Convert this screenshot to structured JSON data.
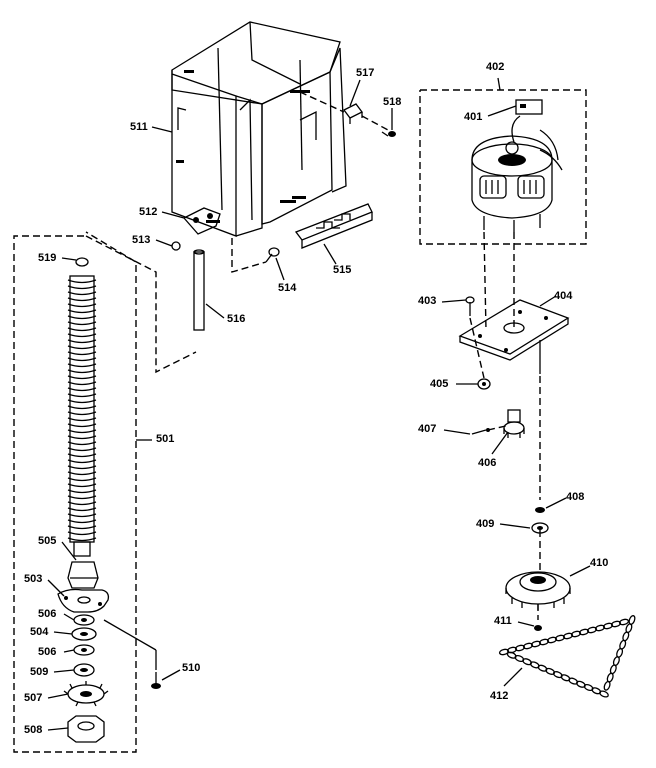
{
  "diagram": {
    "ink_color": "#000000",
    "background": "#ffffff",
    "callouts": [
      {
        "id": "511",
        "text": "511"
      },
      {
        "id": "517",
        "text": "517"
      },
      {
        "id": "518",
        "text": "518"
      },
      {
        "id": "512",
        "text": "512"
      },
      {
        "id": "513",
        "text": "513"
      },
      {
        "id": "519",
        "text": "519"
      },
      {
        "id": "514",
        "text": "514"
      },
      {
        "id": "515",
        "text": "515"
      },
      {
        "id": "516",
        "text": "516"
      },
      {
        "id": "501",
        "text": "501"
      },
      {
        "id": "505",
        "text": "505"
      },
      {
        "id": "503",
        "text": "503"
      },
      {
        "id": "506a",
        "text": "506"
      },
      {
        "id": "504",
        "text": "504"
      },
      {
        "id": "506b",
        "text": "506"
      },
      {
        "id": "509",
        "text": "509"
      },
      {
        "id": "510",
        "text": "510"
      },
      {
        "id": "507",
        "text": "507"
      },
      {
        "id": "508",
        "text": "508"
      },
      {
        "id": "402",
        "text": "402"
      },
      {
        "id": "401",
        "text": "401"
      },
      {
        "id": "403",
        "text": "403"
      },
      {
        "id": "404",
        "text": "404"
      },
      {
        "id": "405",
        "text": "405"
      },
      {
        "id": "407",
        "text": "407"
      },
      {
        "id": "406",
        "text": "406"
      },
      {
        "id": "408",
        "text": "408"
      },
      {
        "id": "409",
        "text": "409"
      },
      {
        "id": "410",
        "text": "410"
      },
      {
        "id": "411",
        "text": "411"
      },
      {
        "id": "412",
        "text": "412"
      }
    ]
  }
}
